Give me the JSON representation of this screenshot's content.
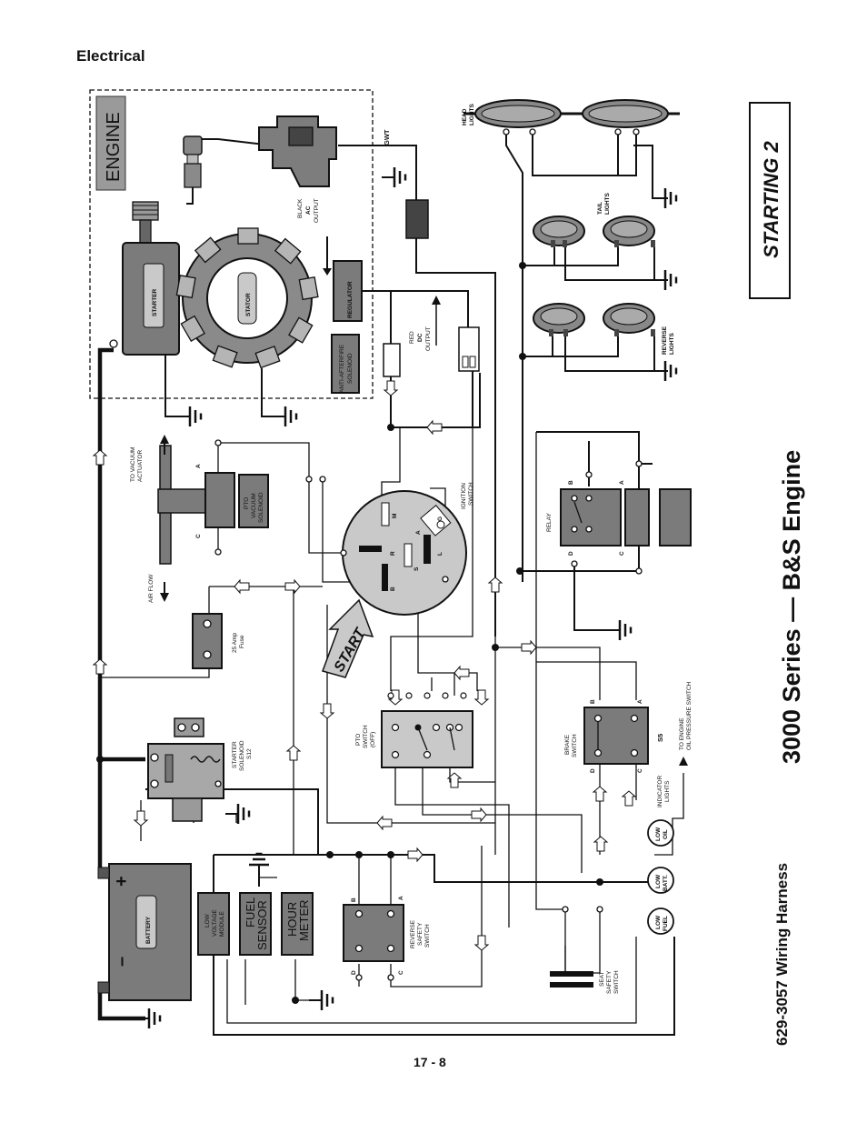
{
  "header": {
    "section": "Electrical"
  },
  "footer": {
    "page": "17 - 8"
  },
  "side": {
    "section_title": "STARTING 2",
    "main_title": "3000 Series — B&S Engine",
    "harness": "629-3057 Wiring Harness"
  },
  "engine": {
    "label": "ENGINE"
  },
  "labels": {
    "gwt": "GWT",
    "head_lights": [
      "HEAD",
      "LIGHTS"
    ],
    "tail_lights": [
      "TAIL",
      "LIGHTS"
    ],
    "reverse_lights": [
      "REVERSE",
      "LIGHTS"
    ],
    "starter": "STARTER",
    "stator": "STATOR",
    "regulator": "REGULATOR",
    "black_ac": [
      "BLACK",
      "AC",
      "OUTPUT"
    ],
    "anti_afterfire": [
      "ANTI-AFTERFIRE",
      "SOLENOID"
    ],
    "red_dc": [
      "RED",
      "DC",
      "OUTPUT"
    ],
    "to_vacuum": [
      "TO VACUUM",
      "ACTUATOR"
    ],
    "pto_vacuum": [
      "PTO",
      "VACUUM",
      "SOLENOID"
    ],
    "air_flow": "AIR FLOW",
    "ignition": [
      "IGNITION",
      "SWITCH"
    ],
    "relay": "RELAY",
    "fuse": [
      "25 Amp",
      "Fuse"
    ],
    "start": "START",
    "starter_solenoid": [
      "STARTER",
      "SOLENOID",
      "S12"
    ],
    "pto_switch": [
      "PTO",
      "SWITCH",
      "(OFF)"
    ],
    "brake_switch": [
      "BRAKE",
      "SWITCH"
    ],
    "s5": "S5",
    "oil_switch": [
      "TO ENGINE",
      "OIL PRESSURE SWITCH"
    ],
    "indicator": [
      "INDICATOR",
      "LIGHTS"
    ],
    "low_oil": [
      "LOW",
      "OIL"
    ],
    "low_batt": [
      "LOW",
      "BATT."
    ],
    "low_fuel": [
      "LOW",
      "FUEL"
    ],
    "battery": "BATTERY",
    "low_voltage": [
      "LOW",
      "VOLTAGE",
      "MODULE"
    ],
    "fuel_sensor": [
      "FUEL",
      "SENSOR"
    ],
    "hour_meter": [
      "HOUR",
      "METER"
    ],
    "reverse_safety": [
      "REVERSE",
      "SAFETY",
      "SWITCH"
    ],
    "seat_safety": [
      "SEAT",
      "SAFETY",
      "SWITCH"
    ],
    "plus": "+",
    "minus": "–",
    "term_a": "A",
    "term_b": "B",
    "term_c": "C",
    "term_d": "D",
    "ign_m": "M",
    "ign_a": "A",
    "ign_g": "G",
    "ign_l": "L",
    "ign_r": "R",
    "ign_s": "S",
    "ign_b": "B"
  }
}
